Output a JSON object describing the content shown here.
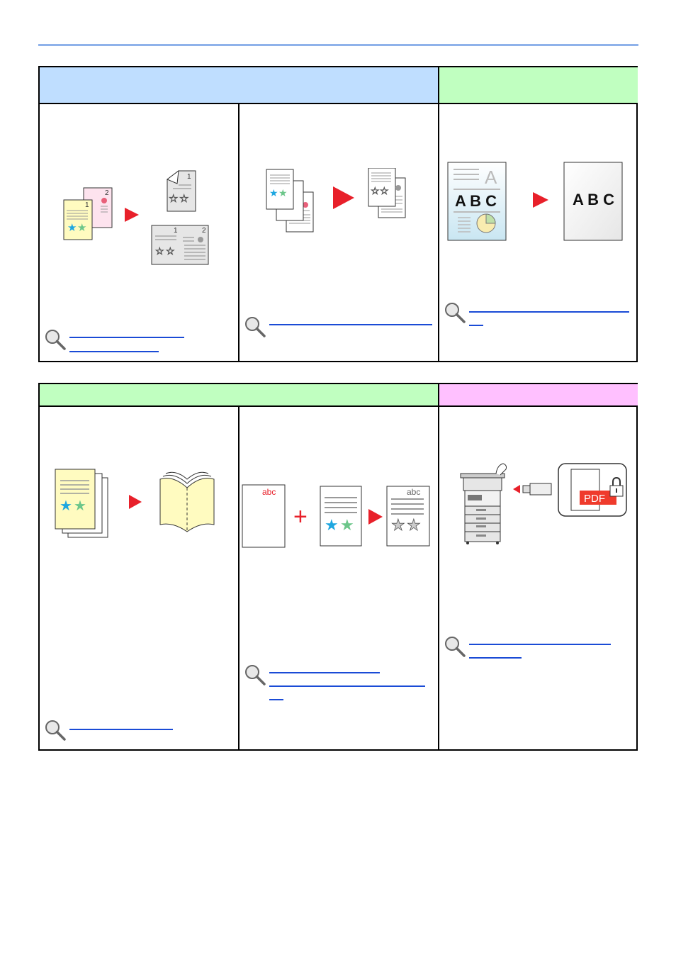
{
  "colors": {
    "rule": "#8fb2ea",
    "header_blue": "#bfdeff",
    "header_green": "#c0ffc0",
    "header_pink": "#ffc0ff",
    "arrow_red": "#e8202a",
    "link_blue": "#1a4bd6"
  },
  "illustrations": {
    "page_numbers": [
      "1",
      "2"
    ],
    "abc_plain": "A B C",
    "abc_text": "abc",
    "plus": "+",
    "pdf_label": "PDF"
  },
  "icons": {
    "reference": "magnifier-icon",
    "arrow": "red-triangle-arrow-icon",
    "padlock": "padlock-icon",
    "usb": "usb-drive-icon"
  }
}
